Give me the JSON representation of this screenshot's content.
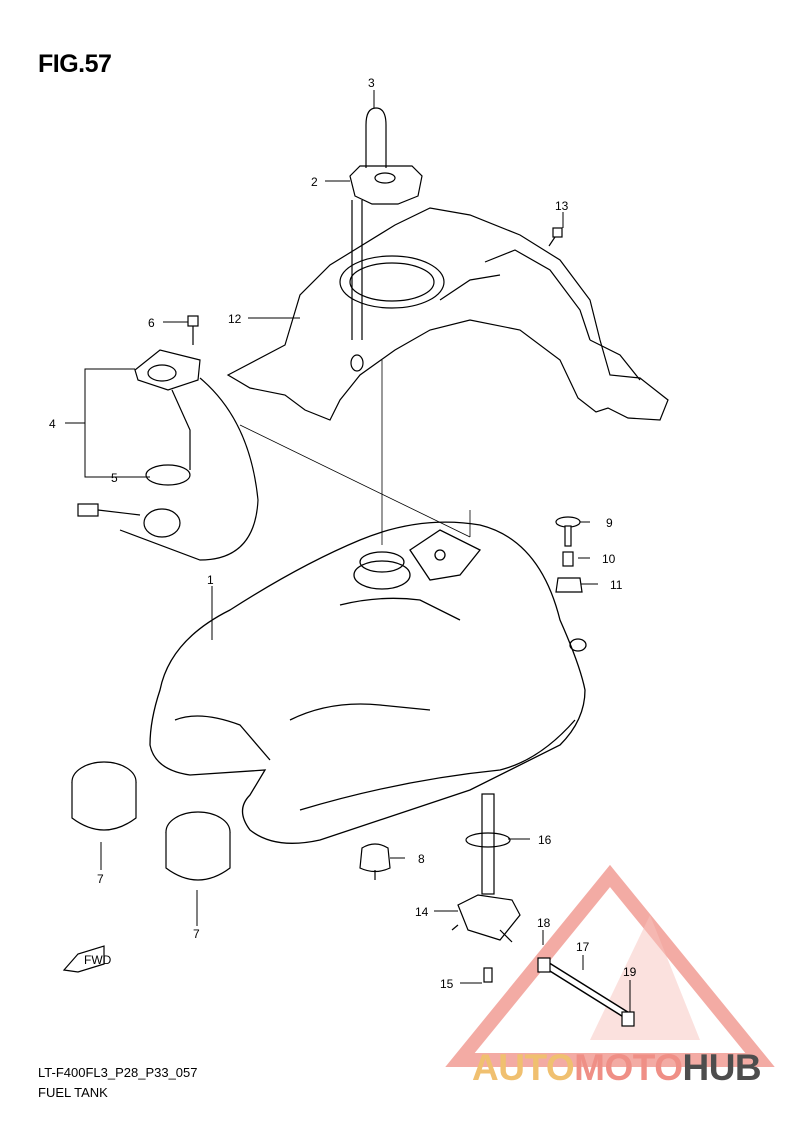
{
  "figure": {
    "title": "FIG.57"
  },
  "callouts": [
    "1",
    "2",
    "3",
    "4",
    "5",
    "6",
    "7",
    "7",
    "8",
    "9",
    "10",
    "11",
    "12",
    "13",
    "14",
    "15",
    "16",
    "17",
    "18",
    "19"
  ],
  "fwd_label": "FWD",
  "footer": {
    "code": "LT-F400FL3_P28_P33_057",
    "title": "FUEL TANK"
  },
  "watermark": {
    "part1": "AUTO",
    "part2": "MOTO",
    "part3": "HUB",
    "colors": [
      "#f0c070",
      "#ef8f86",
      "#4d4d4d"
    ]
  }
}
